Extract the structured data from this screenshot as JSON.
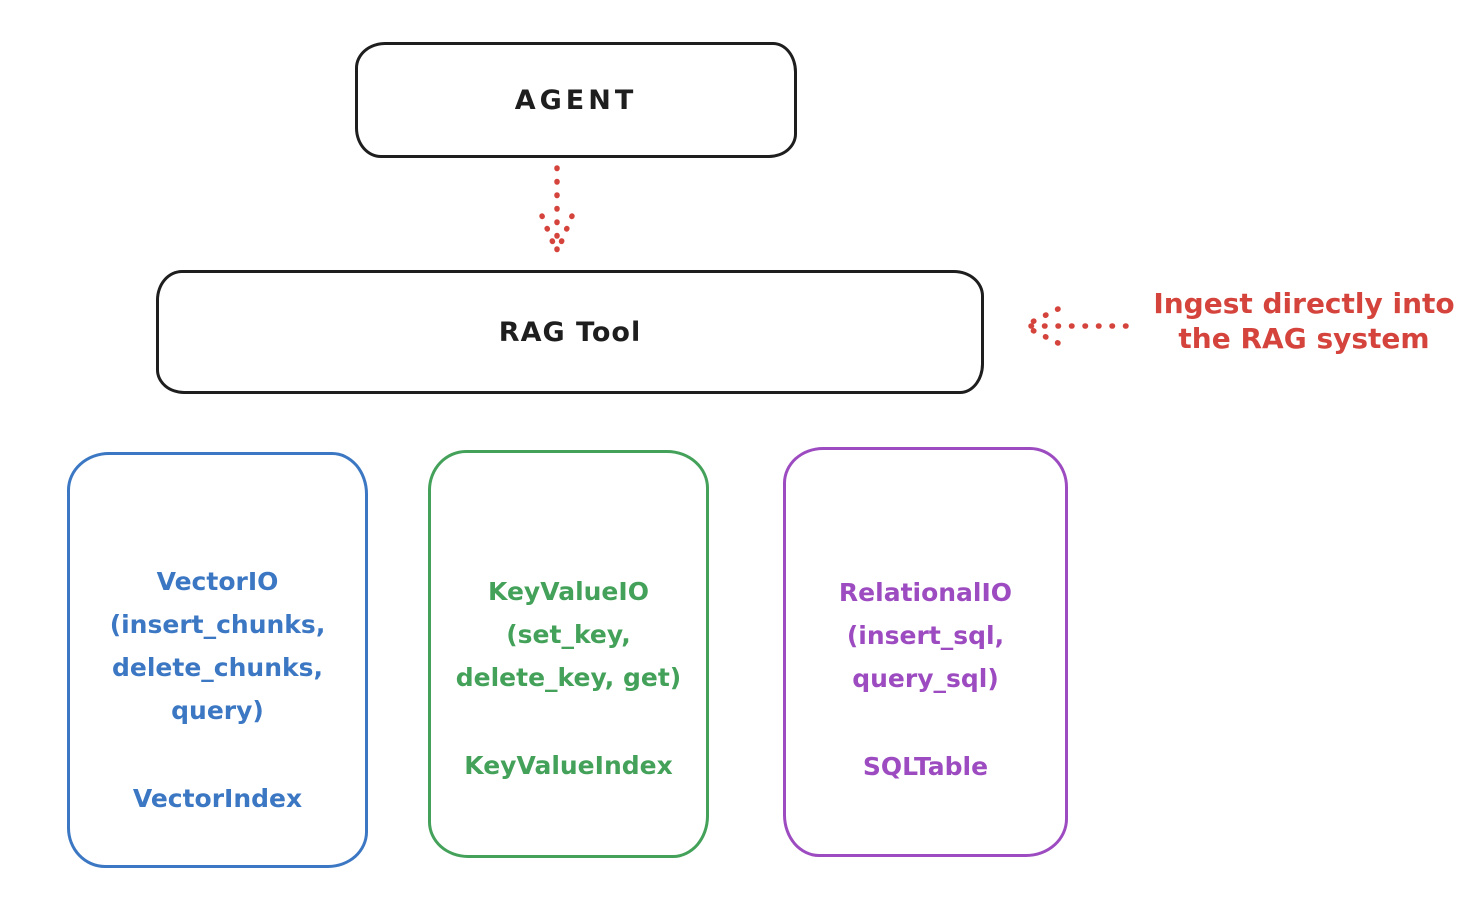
{
  "colors": {
    "ink": "#1e1e1e",
    "red": "#d5443c",
    "blue": "#3b77c3",
    "green": "#43a159",
    "purple": "#9d4bc0",
    "background": "#ffffff"
  },
  "nodes": {
    "agent": {
      "label": "AGENT"
    },
    "rag_tool": {
      "label": "RAG Tool"
    }
  },
  "annotation": {
    "text": "Ingest directly into\nthe RAG system"
  },
  "storage_boxes": [
    {
      "id": "vector-io",
      "color": "#3b77c3",
      "body": "VectorIO\n(insert_chunks,\ndelete_chunks,\nquery)",
      "index_label": "VectorIndex"
    },
    {
      "id": "keyvalue-io",
      "color": "#43a159",
      "body": "KeyValueIO\n(set_key,\ndelete_key, get)",
      "index_label": "KeyValueIndex"
    },
    {
      "id": "relational-io",
      "color": "#9d4bc0",
      "body": "RelationalIO\n(insert_sql,\nquery_sql)",
      "index_label": "SQLTable"
    }
  ]
}
